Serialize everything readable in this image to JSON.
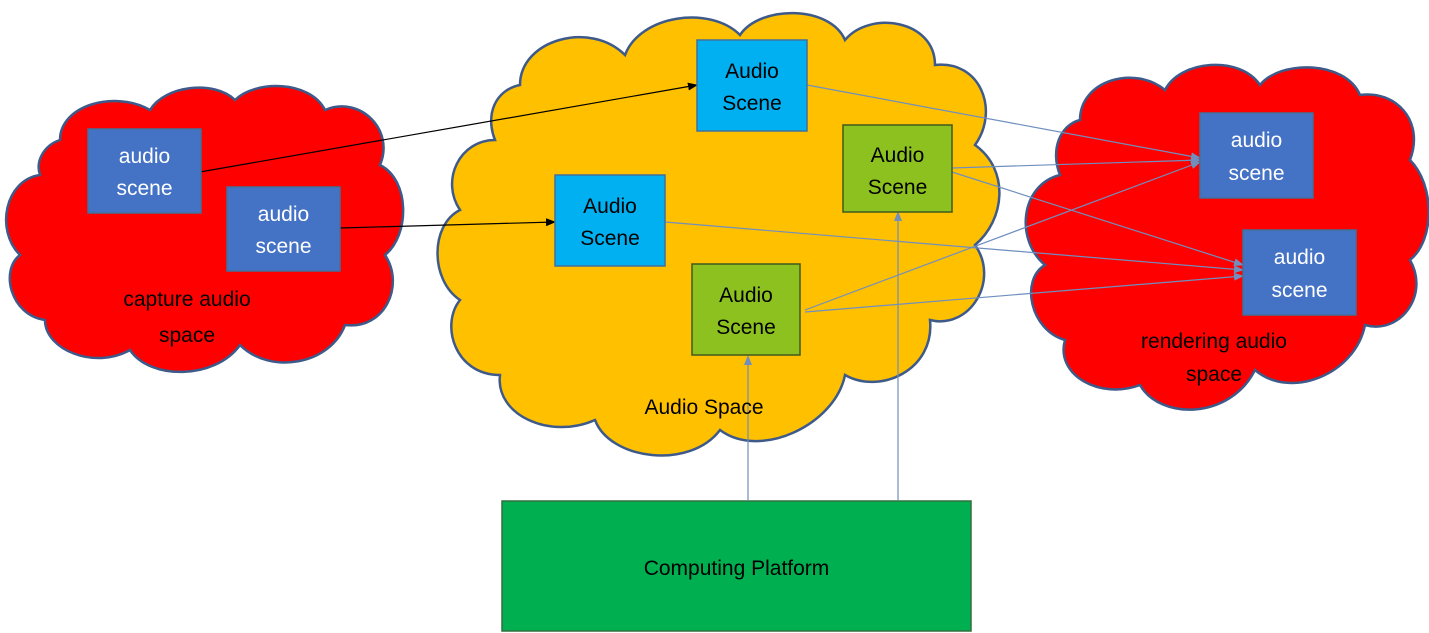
{
  "colors": {
    "capture_cloud": "#ff0000",
    "audio_space_cloud": "#ffc000",
    "rendering_cloud": "#ff0000",
    "capture_scene_box": "#4472c4",
    "blue_scene_box": "#00b0f0",
    "green_scene_box": "#8cc11f",
    "platform_box": "#00b050",
    "arrow_dark": "#000000",
    "arrow_light": "#6f8fbf"
  },
  "clouds": {
    "capture": {
      "label_line1": "capture audio",
      "label_line2": "space"
    },
    "audio_space": {
      "label": "Audio Space"
    },
    "rendering": {
      "label_line1": "rendering audio",
      "label_line2": "space"
    }
  },
  "capture_scenes": [
    {
      "line1": "audio",
      "line2": "scene"
    },
    {
      "line1": "audio",
      "line2": "scene"
    }
  ],
  "space_scenes": [
    {
      "kind": "blue",
      "line1": "Audio",
      "line2": "Scene"
    },
    {
      "kind": "blue",
      "line1": "Audio",
      "line2": "Scene"
    },
    {
      "kind": "green",
      "line1": "Audio",
      "line2": "Scene"
    },
    {
      "kind": "green",
      "line1": "Audio",
      "line2": "Scene"
    }
  ],
  "rendering_scenes": [
    {
      "line1": "audio",
      "line2": "scene"
    },
    {
      "line1": "audio",
      "line2": "scene"
    }
  ],
  "computing_platform": {
    "label": "Computing Platform"
  }
}
